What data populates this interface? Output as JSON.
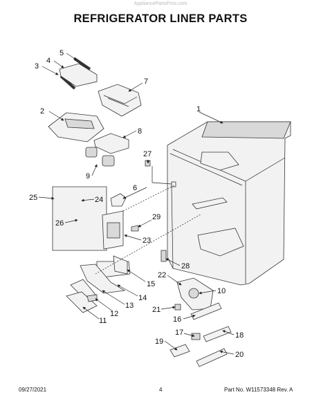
{
  "watermark": "AppliancePartsPros.com",
  "title": "REFRIGERATOR LINER PARTS",
  "footer": {
    "date": "09/27/2021",
    "page": "4",
    "part_no": "Part No. W11573348  Rev. A"
  },
  "callouts": [
    "1",
    "2",
    "3",
    "4",
    "5",
    "6",
    "7",
    "8",
    "9",
    "10",
    "11",
    "12",
    "13",
    "14",
    "15",
    "16",
    "17",
    "18",
    "19",
    "20",
    "21",
    "22",
    "23",
    "24",
    "25",
    "26",
    "27",
    "28",
    "29"
  ]
}
